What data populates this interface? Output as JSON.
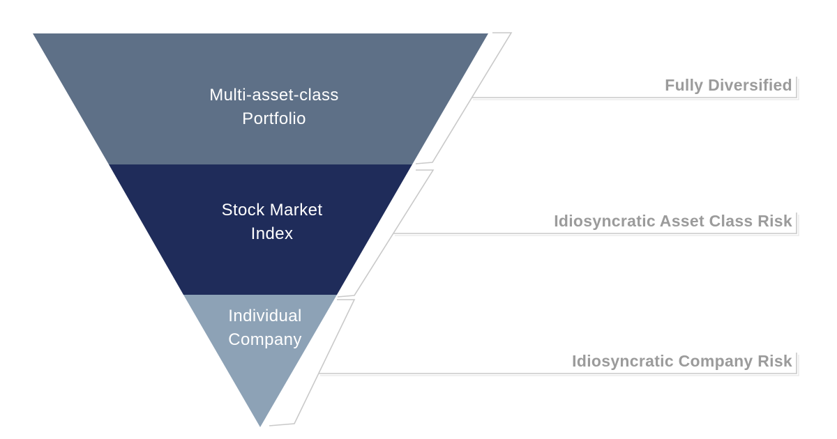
{
  "diagram": {
    "type": "inverted-funnel",
    "background_color": "#ffffff",
    "callout_line_color": "#c9c9c9",
    "callout_shadow_color": "#ebebeb",
    "annotation_text_color": "#9b9b9b",
    "tiers": [
      {
        "name": "Multi-asset-class Portfolio",
        "label_line1": "Multi-asset-class",
        "label_line2": "Portfolio",
        "fill": "#5e7087",
        "text_color": "#ffffff",
        "annotation": "Fully Diversified"
      },
      {
        "name": "Stock Market Index",
        "label_line1": "Stock Market",
        "label_line2": "Index",
        "fill": "#1f2c5a",
        "text_color": "#ffffff",
        "annotation": "Idiosyncratic Asset Class Risk"
      },
      {
        "name": "Individual Company",
        "label_line1": "Individual",
        "label_line2": "Company",
        "fill": "#8da2b6",
        "text_color": "#ffffff",
        "annotation": "Idiosyncratic Company Risk"
      }
    ]
  }
}
